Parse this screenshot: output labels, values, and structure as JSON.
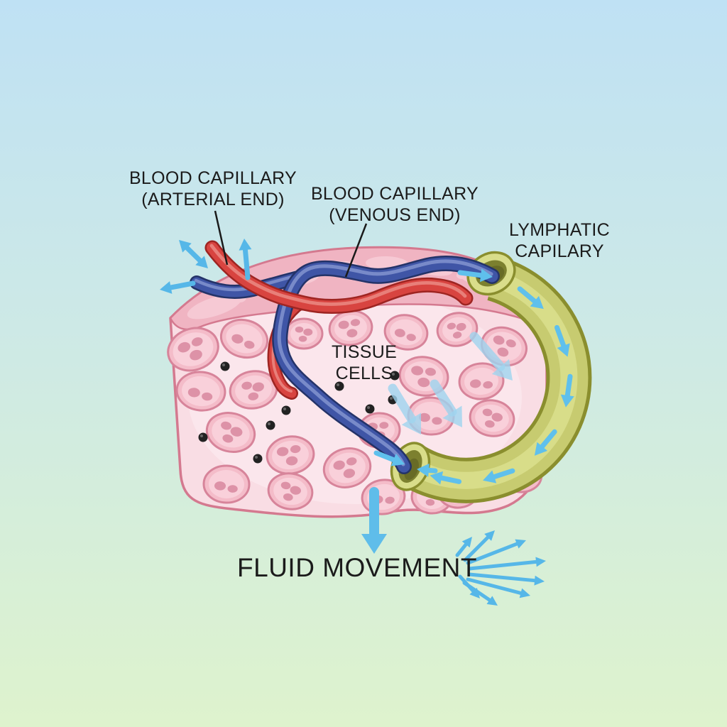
{
  "title": "Lymphatic capillary fluid exchange diagram",
  "labels": {
    "blood_capillary_arterial": {
      "line1": "BLOOD CAPILLARY",
      "line2": "(ARTERIAL END)"
    },
    "blood_capillary_venous": {
      "line1": "BLOOD CAPILLARY",
      "line2": "(VENOUS END)"
    },
    "lymphatic_capillary": {
      "line1": "LYMPHATIC",
      "line2": "CAPILARY"
    },
    "tissue_cells": {
      "line1": "TISSUE",
      "line2": "CELLS"
    },
    "fluid_movement": "FLUID MOVEMENT"
  },
  "colors": {
    "background_top": "#bfe1f4",
    "background_bottom": "#def3cd",
    "tissue_fill": "#f9dde4",
    "tissue_inner_light": "#fcebf0",
    "tissue_edge": "#d4798f",
    "tissue_top_band": "#f0b4c2",
    "tissue_band_blob": "#f6c9d4",
    "cell_fill": "#f4bcc9",
    "cell_inner": "#f9d0da",
    "cell_outline": "#d7849a",
    "cell_nucleus": "#dd92a7",
    "artery_dark": "#9e2522",
    "artery_red": "#d84440",
    "artery_highlight": "#ee938c",
    "vein_dark": "#243368",
    "vein_blue": "#3f55a6",
    "vein_highlight": "#8c9cd4",
    "lymph_outline": "#8a8e2e",
    "lymph_olive": "#c7cb70",
    "lymph_light": "#d9dd8a",
    "lymph_hole": "#7c802f",
    "arrow_blue": "#56b7e8",
    "arrow_soft_blue": "#9fd4ef",
    "leader_line": "#1a1a1a",
    "label_text": "#1b1b1b",
    "particle_black": "#222222"
  }
}
